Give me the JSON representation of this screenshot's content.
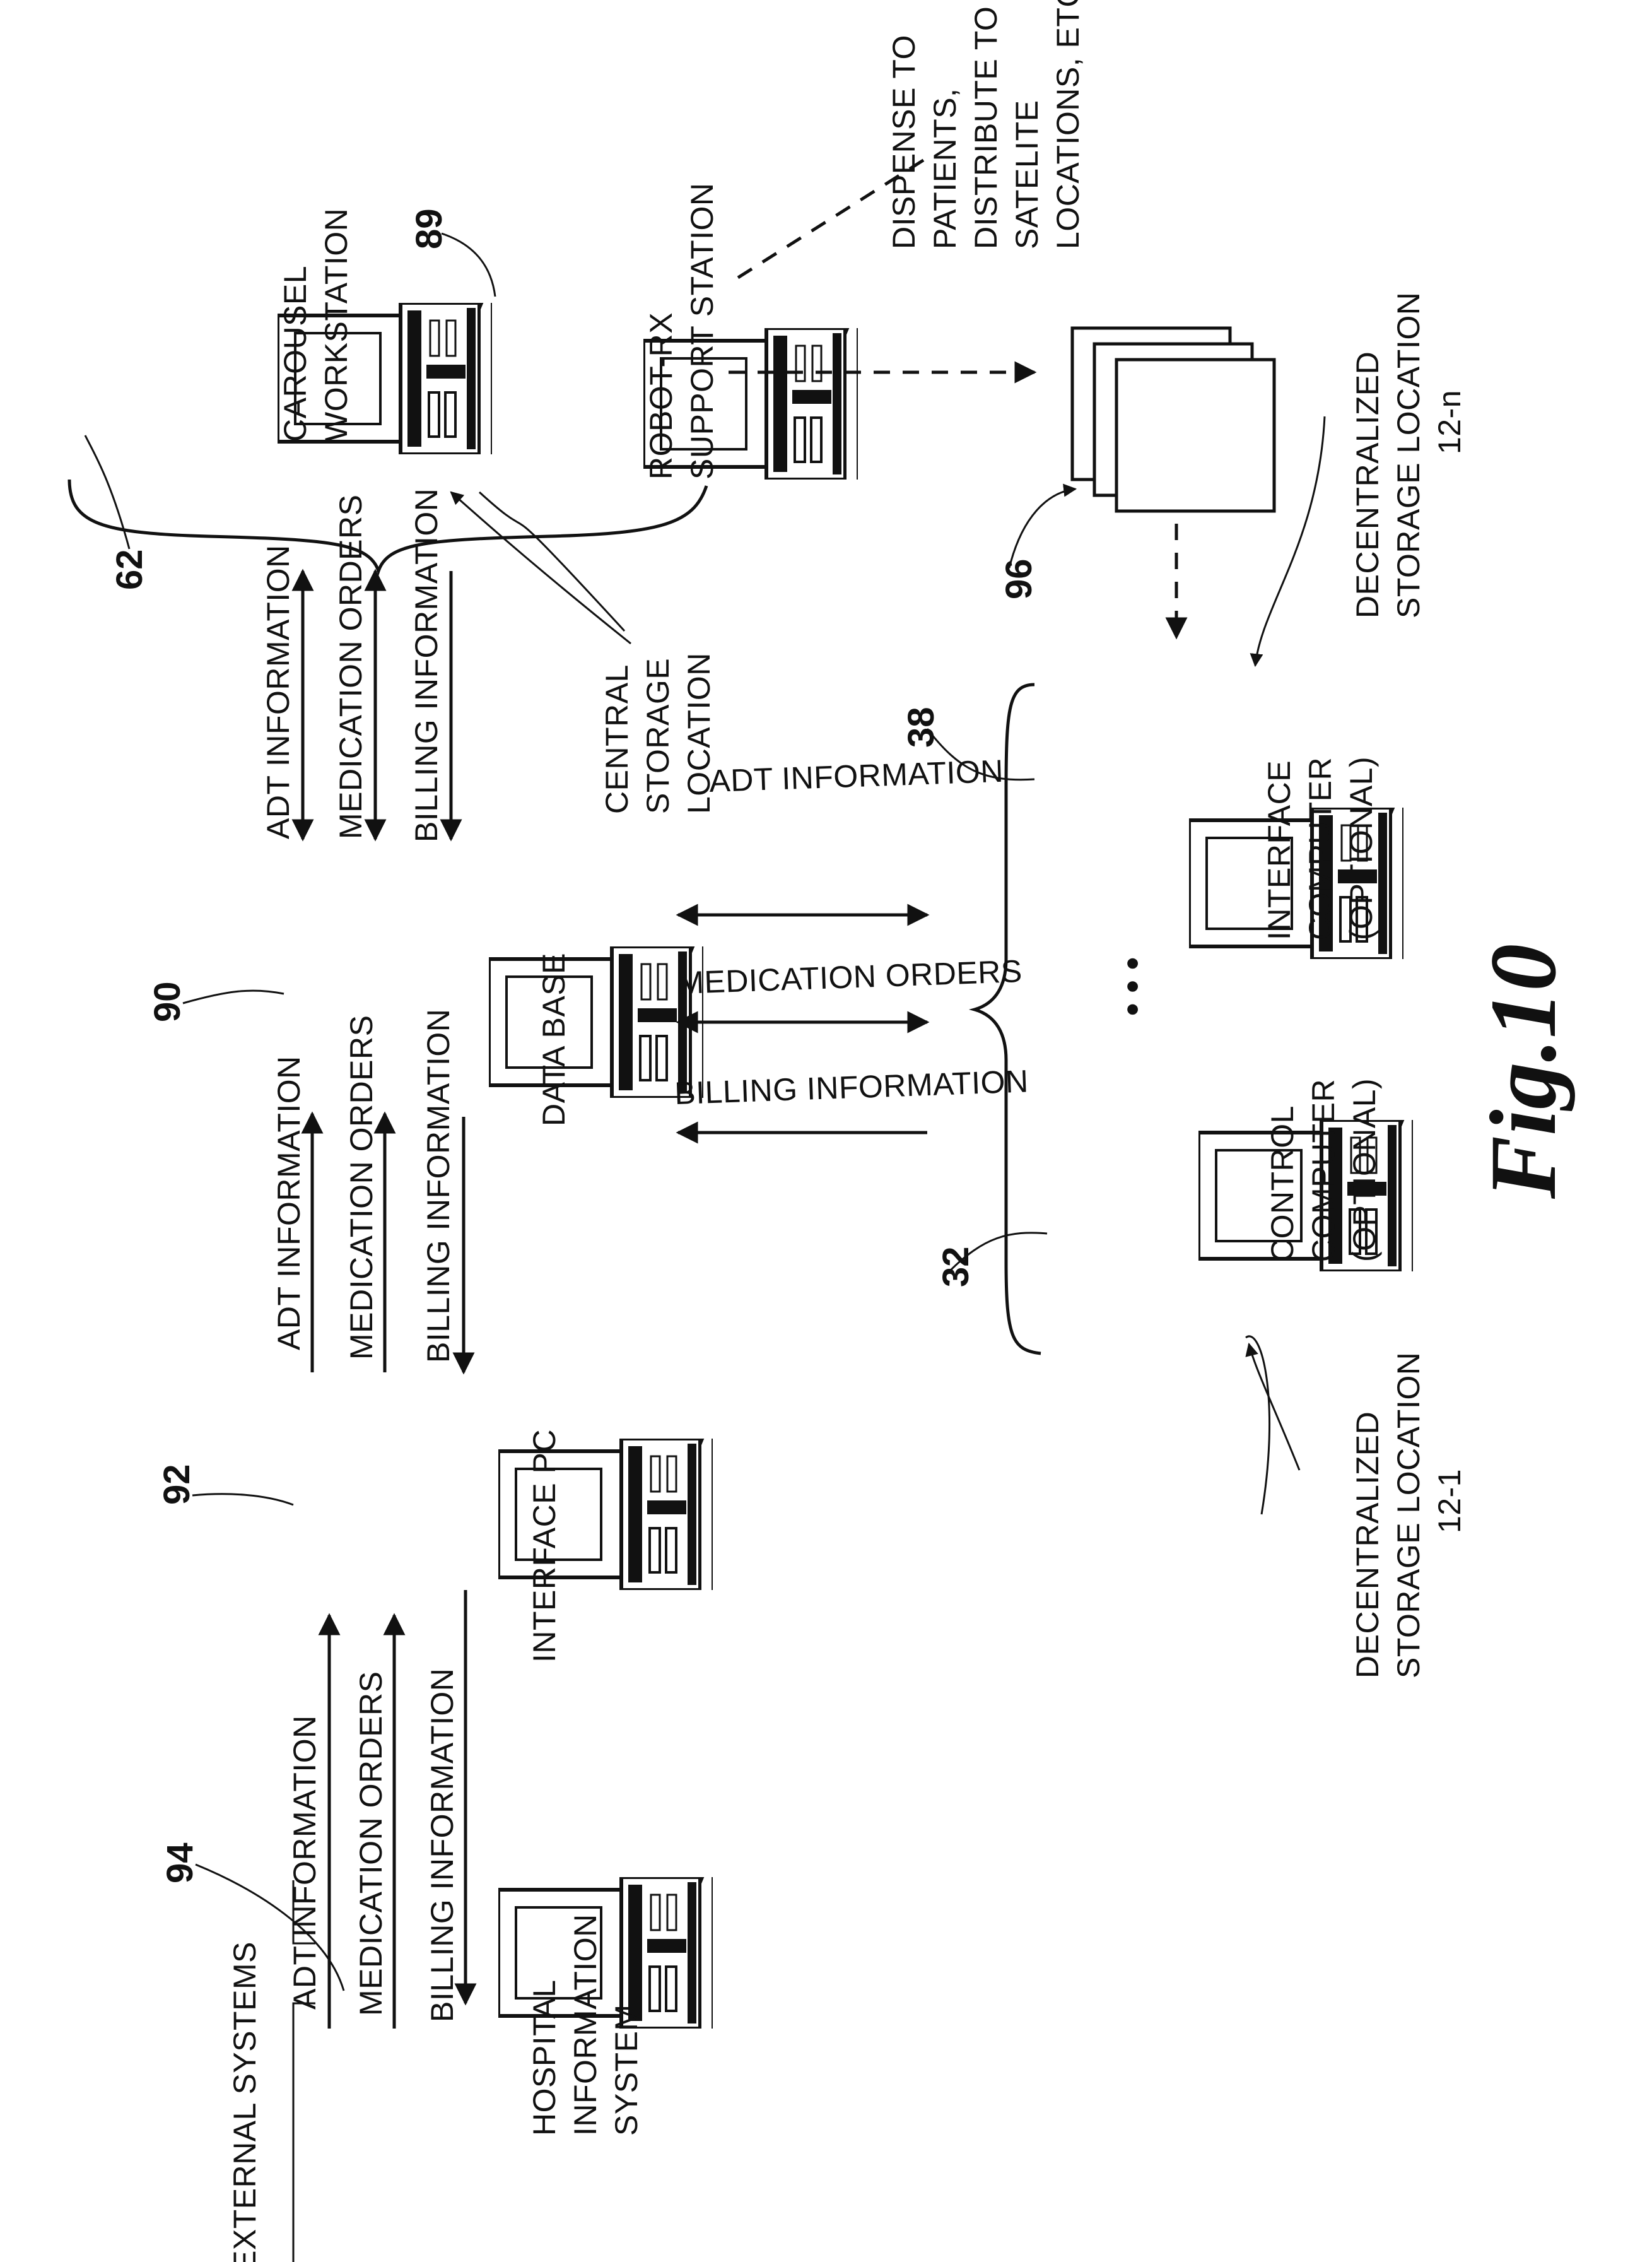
{
  "figure": {
    "label": "Fig.10"
  },
  "stations": {
    "his": {
      "ref": "94",
      "lines": [
        "HOSPITAL",
        "INFORMATION",
        "SYSTEM"
      ]
    },
    "interface_pc": {
      "ref": "92",
      "lines": [
        "INTERFACE PC"
      ]
    },
    "database": {
      "ref": "90",
      "lines": [
        "DATA BASE"
      ]
    },
    "carousel": {
      "ref": "62",
      "lines": [
        "CAROUSEL",
        "WORKSTATION"
      ]
    },
    "robot": {
      "ref": "89",
      "lines": [
        "ROBOT-RX",
        "SUPPORT STATION"
      ]
    },
    "interface_computer": {
      "ref": "38",
      "lines": [
        "INTERFACE",
        "COMPUTER",
        "(OPTIONAL)"
      ]
    },
    "control_computer": {
      "ref": "32",
      "lines": [
        "CONTROL",
        "COMPUTER",
        "(OPTIONAL)"
      ]
    }
  },
  "external_systems": "EXTERNAL SYSTEMS",
  "flow_labels": {
    "adt": "ADT INFORMATION",
    "medication": "MEDICATION ORDERS",
    "billing": "BILLING INFORMATION"
  },
  "central_storage": [
    "CENTRAL",
    "STORAGE",
    "LOCATION"
  ],
  "dispense_note": [
    "DISPENSE TO",
    "PATIENTS,",
    "DISTRIBUTE TO",
    "SATELITE",
    "LOCATIONS, ETC."
  ],
  "decentralized_n": {
    "lines": [
      "DECENTRALIZED",
      "STORAGE LOCATION",
      "12-n"
    ]
  },
  "decentralized_1": {
    "lines": [
      "DECENTRALIZED",
      "STORAGE LOCATION",
      "12-1"
    ]
  },
  "stack_ref": "96",
  "ellipsis": "• • •"
}
